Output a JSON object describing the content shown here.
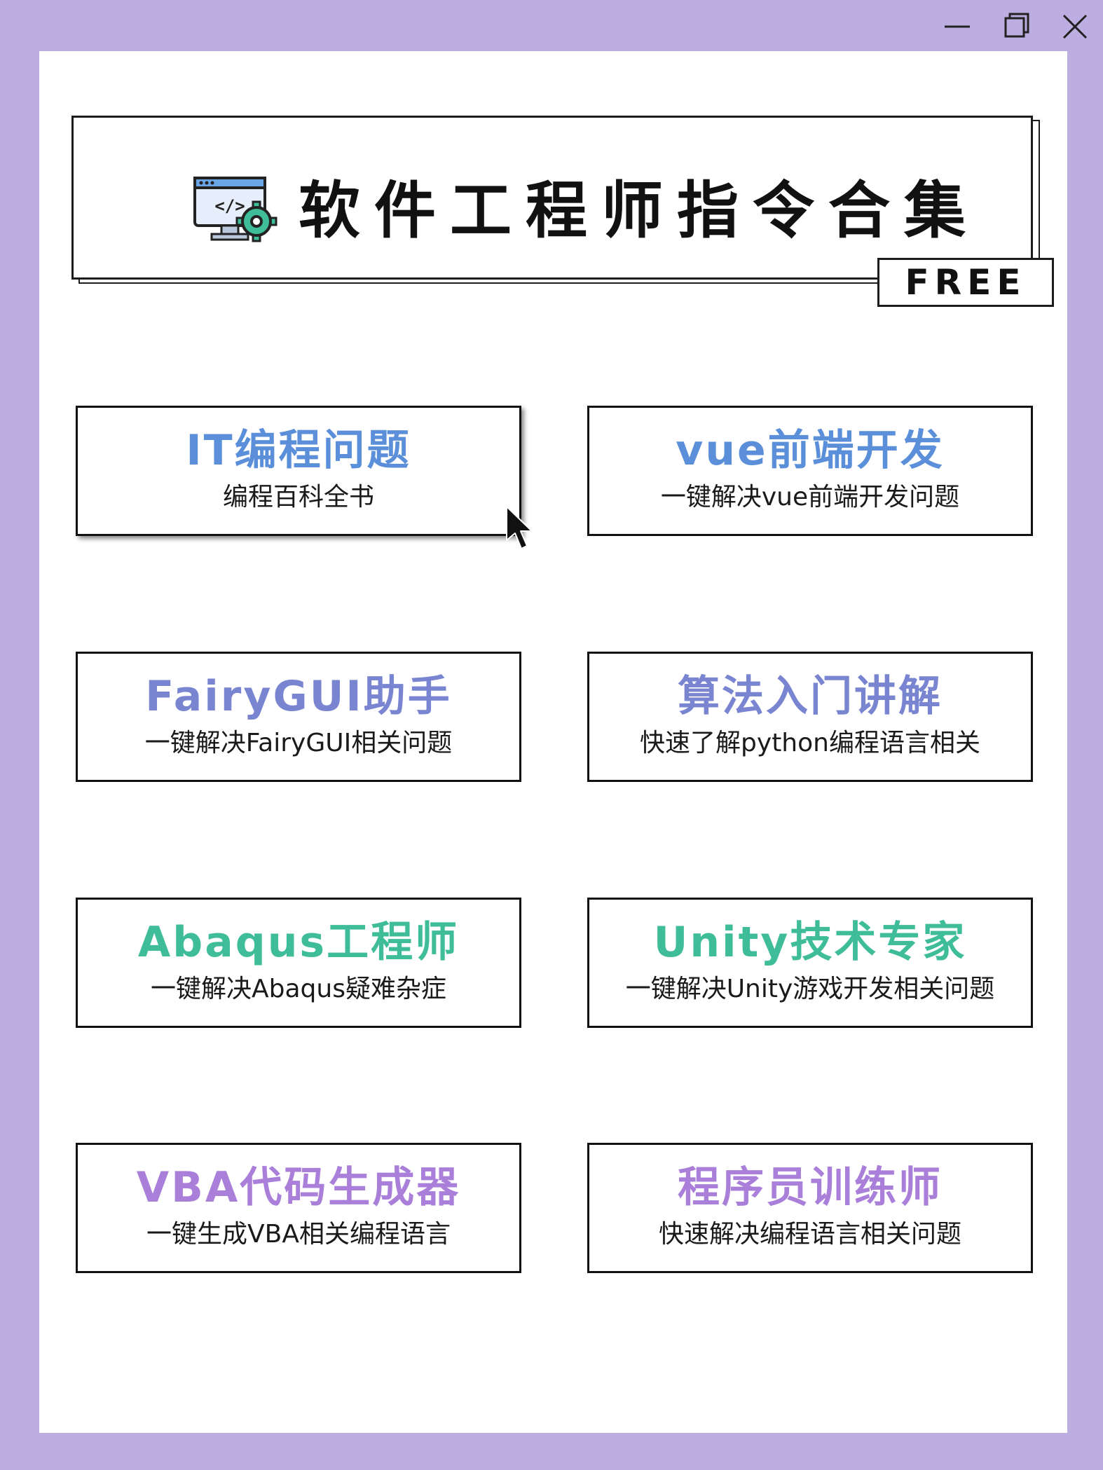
{
  "window": {
    "controls": [
      "minimize-icon",
      "maximize-icon",
      "close-icon"
    ]
  },
  "header": {
    "title": "软件工程师指令合集",
    "badge": "FREE",
    "icon": "code-gear-icon"
  },
  "colors": {
    "background": "#bdaee2",
    "blue": "#5b8fd9",
    "indigo": "#7a85d1",
    "teal": "#3fbd99",
    "purple": "#a97fd9"
  },
  "cards": [
    {
      "title": "IT编程问题",
      "subtitle": "编程百科全书",
      "color": "#5b8fd9"
    },
    {
      "title": "vue前端开发",
      "subtitle": "一键解决vue前端开发问题",
      "color": "#5b8fd9"
    },
    {
      "title": "FairyGUI助手",
      "subtitle": "一键解决FairyGUI相关问题",
      "color": "#7a85d1"
    },
    {
      "title": "算法入门讲解",
      "subtitle": "快速了解python编程语言相关",
      "color": "#7a85d1"
    },
    {
      "title": "Abaqus工程师",
      "subtitle": "一键解决Abaqus疑难杂症",
      "color": "#3fbd99"
    },
    {
      "title": "Unity技术专家",
      "subtitle": "一键解决Unity游戏开发相关问题",
      "color": "#3fbd99"
    },
    {
      "title": "VBA代码生成器",
      "subtitle": "一键生成VBA相关编程语言",
      "color": "#a97fd9"
    },
    {
      "title": "程序员训练师",
      "subtitle": "快速解决编程语言相关问题",
      "color": "#a97fd9"
    }
  ]
}
